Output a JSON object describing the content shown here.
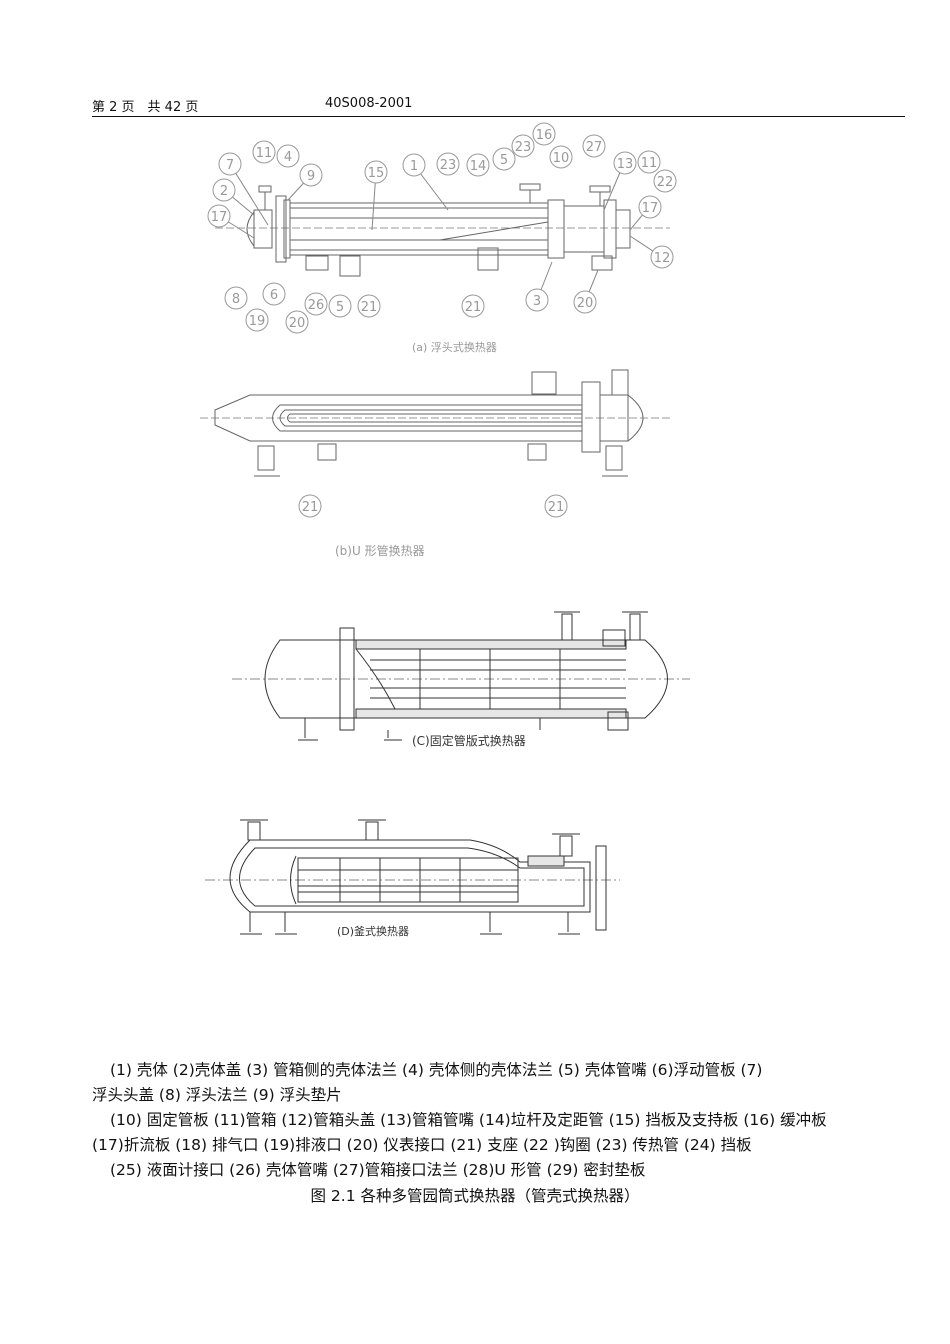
{
  "header": {
    "page_info": "第 2 页　共 42 页",
    "doc_code": "40S008-2001"
  },
  "figures": {
    "a_label": "(a) 浮头式换热器",
    "b_label": "(b)U 形管换热器",
    "c_label": "(C)固定管版式换热器",
    "d_label": "(D)釜式换热器"
  },
  "callouts_a": [
    "7",
    "11",
    "4",
    "9",
    "15",
    "1",
    "23",
    "14",
    "5",
    "23",
    "16",
    "10",
    "27",
    "13",
    "11",
    "22",
    "2",
    "17",
    "17",
    "12",
    "8",
    "6",
    "19",
    "20",
    "26",
    "5",
    "21",
    "21",
    "3",
    "20"
  ],
  "callouts_b": [
    "21",
    "21"
  ],
  "legend": {
    "line1": "(1)  壳体  (2)壳体盖    (3) 管箱侧的壳体法兰   (4)  壳体侧的壳体法兰    (5) 壳体管嘴  (6)浮动管板  (7)",
    "line2": "浮头头盖  (8) 浮头法兰  (9) 浮头垫片",
    "line3": "(10) 固定管板 (11)管箱  (12)管箱头盖  (13)管箱管嘴  (14)垃杆及定距管  (15) 挡板及支持板  (16) 缓冲板",
    "line4": "(17)折流板  (18) 排气口  (19)排液口      (20) 仪表接口  (21) 支座   (22 )钩圈   (23) 传热管      (24) 挡板",
    "line5": "(25) 液面计接口  (26) 壳体管嘴   (27)管箱接口法兰  (28)U 形管       (29) 密封垫板"
  },
  "caption": "图 2.1 各种多管园筒式换热器（管壳式换热器）"
}
